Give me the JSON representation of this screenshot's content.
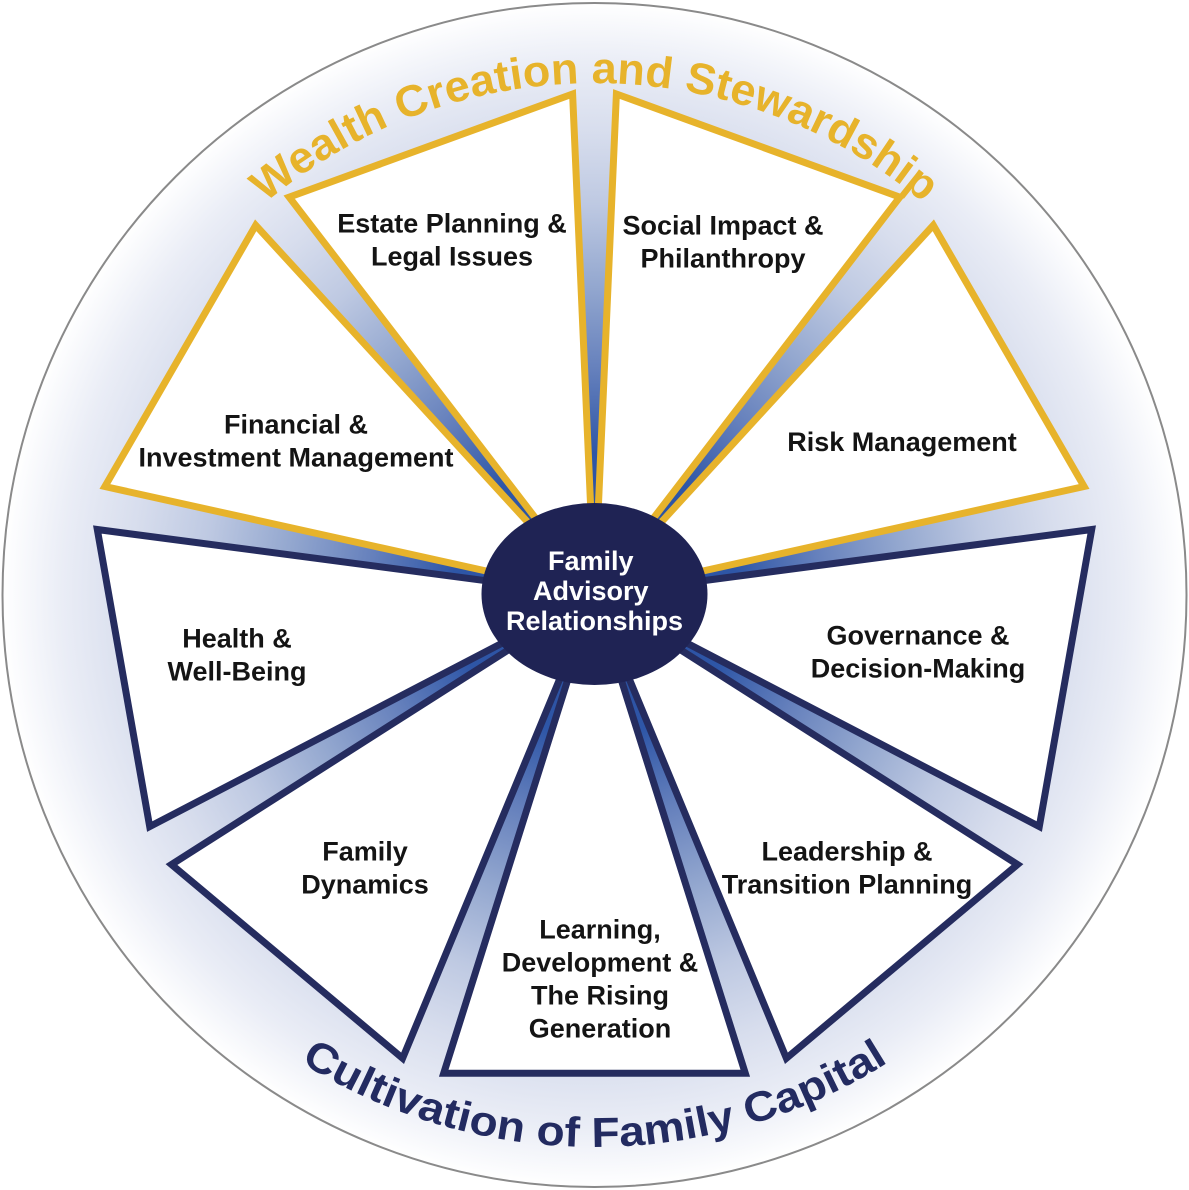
{
  "diagram": {
    "type": "wheel",
    "titles": {
      "top": "Wealth Creation and Stewardship",
      "bottom": "Cultivation of Family Capital"
    },
    "center": {
      "lines": [
        "Family",
        "Advisory",
        "Relationships"
      ]
    },
    "wedges": [
      {
        "id": "social-impact-philanthropy",
        "group": "wealth",
        "lines": [
          "Social Impact &",
          "Philanthropy"
        ]
      },
      {
        "id": "risk-management",
        "group": "wealth",
        "lines": [
          "Risk Management"
        ]
      },
      {
        "id": "governance-decision-making",
        "group": "family",
        "lines": [
          "Governance &",
          "Decision-Making"
        ]
      },
      {
        "id": "leadership-transition-planning",
        "group": "family",
        "lines": [
          "Leadership &",
          "Transition Planning"
        ]
      },
      {
        "id": "learning-development-rising-generation",
        "group": "family",
        "lines": [
          "Learning,",
          "Development &",
          "The Rising",
          "Generation"
        ]
      },
      {
        "id": "family-dynamics",
        "group": "family",
        "lines": [
          "Family",
          "Dynamics"
        ]
      },
      {
        "id": "health-well-being",
        "group": "family",
        "lines": [
          "Health &",
          "Well-Being"
        ]
      },
      {
        "id": "financial-investment-management",
        "group": "wealth",
        "lines": [
          "Financial &",
          "Investment Management"
        ]
      },
      {
        "id": "estate-planning-legal-issues",
        "group": "wealth",
        "lines": [
          "Estate Planning &",
          "Legal Issues"
        ]
      }
    ],
    "colors": {
      "gold": "#E7B32B",
      "navy": "#252C5F",
      "navy_text": "#232B61",
      "center_fill": "#1F2354",
      "center_text": "#FFFFFF",
      "label_text": "#141414",
      "spoke_blue": "#2E56A7",
      "wedge_fill": "#FFFFFF",
      "rim_stroke": "#8A8A8A"
    }
  }
}
